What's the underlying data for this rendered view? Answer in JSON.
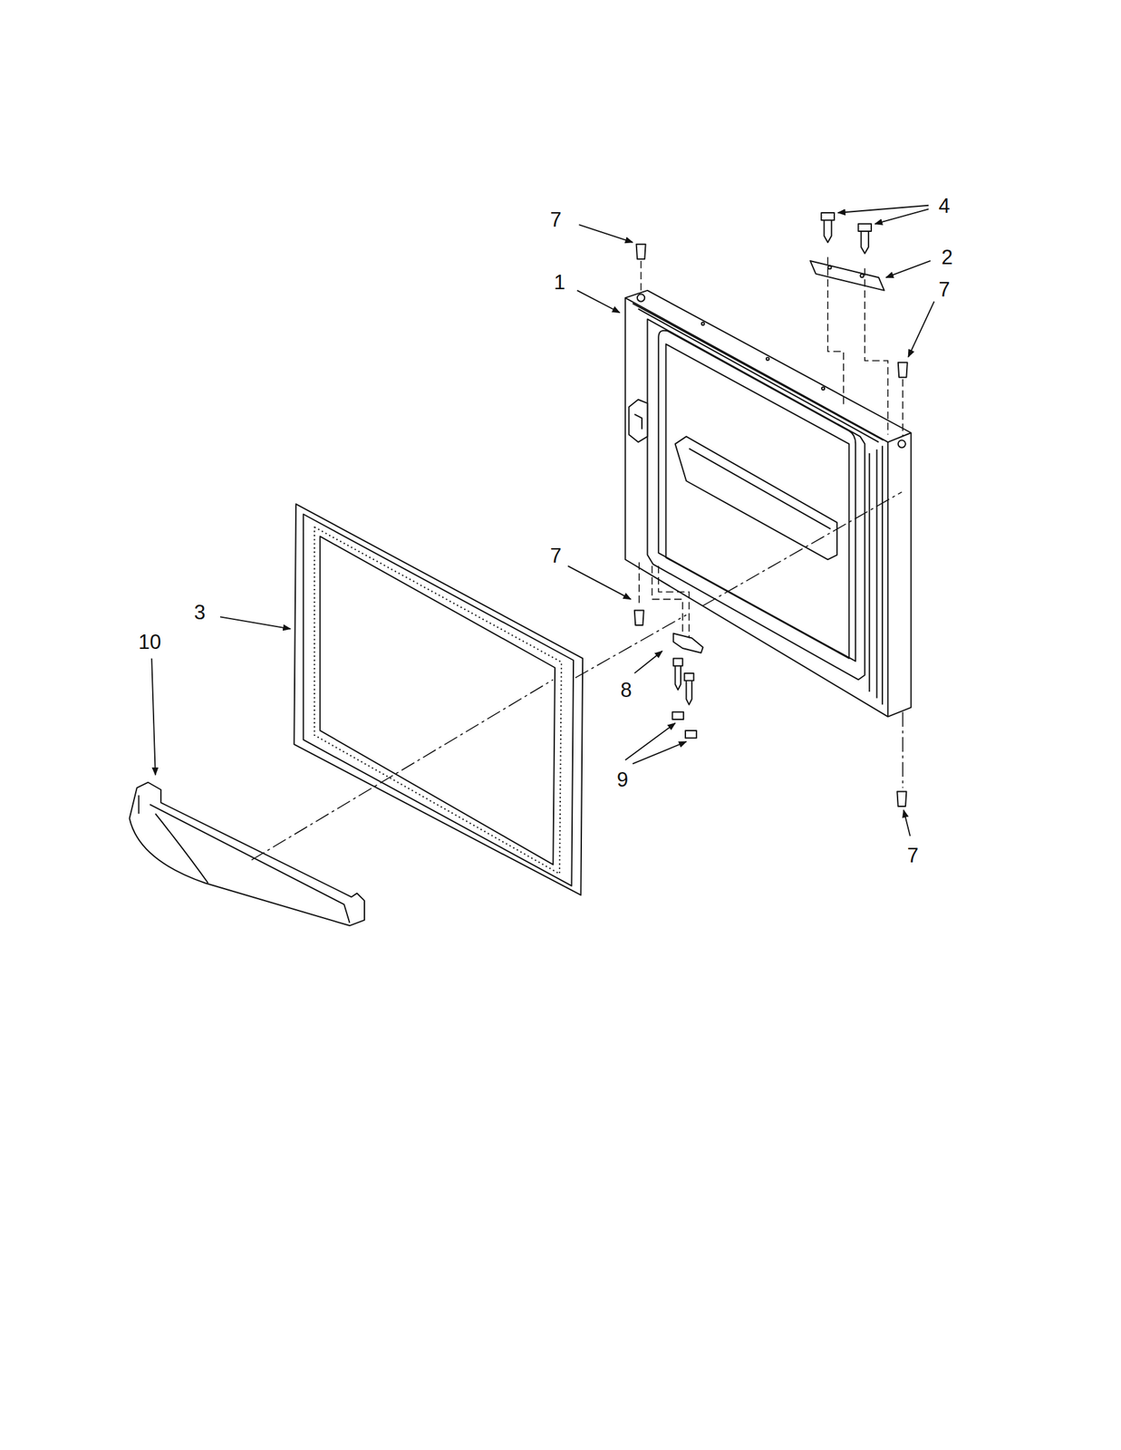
{
  "diagram": {
    "labels": [
      "7",
      "4",
      "1",
      "2",
      "7",
      "3",
      "10",
      "7",
      "8",
      "9",
      "7"
    ]
  }
}
